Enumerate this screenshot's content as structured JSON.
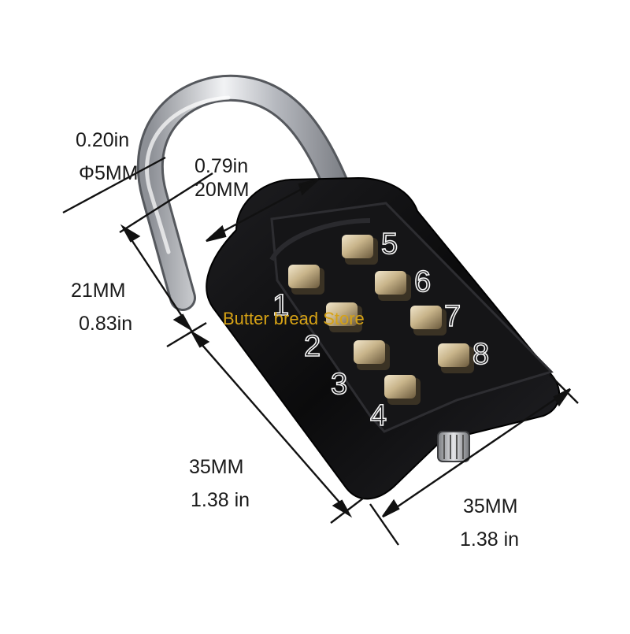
{
  "dimensions": {
    "shackle_diameter_in": "0.20in",
    "shackle_diameter_mm": "Φ5MM",
    "shackle_width_in": "0.79in",
    "shackle_width_mm": "20MM",
    "shackle_height_mm": "21MM",
    "shackle_height_in": "0.83in",
    "body_height_mm": "35MM",
    "body_height_in": "1.38 in",
    "body_width_mm": "35MM",
    "body_width_in": "1.38 in"
  },
  "keypad": {
    "digits": [
      "1",
      "2",
      "3",
      "4",
      "5",
      "6",
      "7",
      "8"
    ]
  },
  "watermark": "Butter bread Store",
  "colors": {
    "lock_body": "#0b0b0c",
    "keypad_panel": "#151517",
    "button_gold": "#c8b48a",
    "shackle_steel": "#c9ccd0",
    "watermark": "#d6a215",
    "dimension_lines": "#111111"
  }
}
